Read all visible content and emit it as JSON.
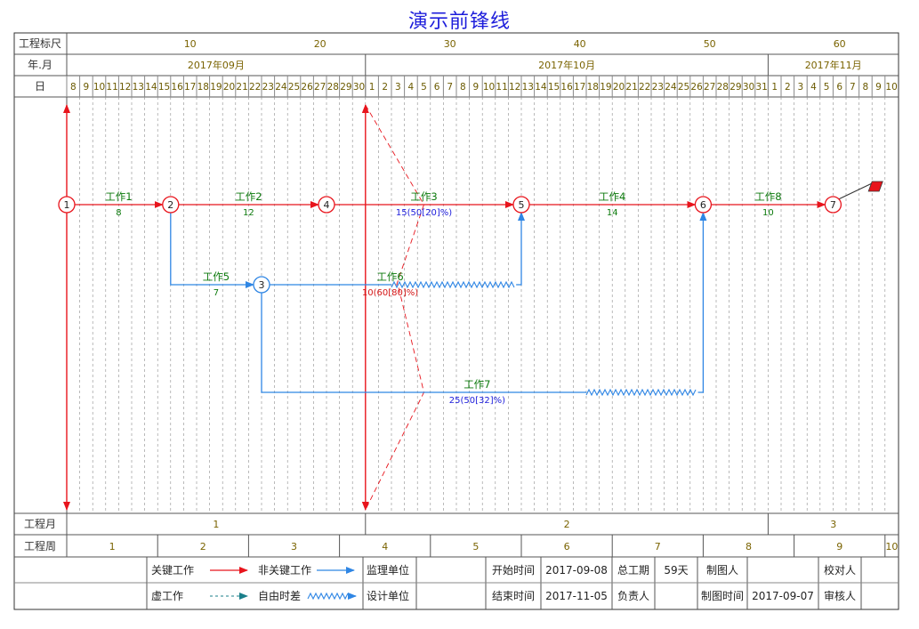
{
  "title": "演示前锋线",
  "row_labels": {
    "scale": "工程标尺",
    "month": "年.月",
    "day": "日",
    "proj_month": "工程月",
    "proj_week": "工程周"
  },
  "scale_ticks": [
    "10",
    "20",
    "30",
    "40",
    "50",
    "60"
  ],
  "months": [
    "2017年09月",
    "2017年10月",
    "2017年11月"
  ],
  "days": [
    "8",
    "9",
    "10",
    "11",
    "12",
    "13",
    "14",
    "15",
    "16",
    "17",
    "18",
    "19",
    "20",
    "21",
    "22",
    "23",
    "24",
    "25",
    "26",
    "27",
    "28",
    "29",
    "30",
    "1",
    "2",
    "3",
    "4",
    "5",
    "6",
    "7",
    "8",
    "9",
    "10",
    "11",
    "12",
    "13",
    "14",
    "15",
    "16",
    "17",
    "18",
    "19",
    "20",
    "21",
    "22",
    "23",
    "24",
    "25",
    "26",
    "27",
    "28",
    "29",
    "30",
    "31",
    "1",
    "2",
    "3",
    "4",
    "5",
    "6",
    "7",
    "8",
    "9",
    "10"
  ],
  "proj_months": [
    "1",
    "2",
    "3"
  ],
  "proj_weeks": [
    "1",
    "2",
    "3",
    "4",
    "5",
    "6",
    "7",
    "8",
    "9",
    "10"
  ],
  "nodes": [
    "1",
    "2",
    "3",
    "4",
    "5",
    "6",
    "7"
  ],
  "tasks": [
    {
      "name": "工作1",
      "dur": "8"
    },
    {
      "name": "工作2",
      "dur": "12"
    },
    {
      "name": "工作3",
      "dur": "15(50[20]%)"
    },
    {
      "name": "工作4",
      "dur": "14"
    },
    {
      "name": "工作8",
      "dur": "10"
    },
    {
      "name": "工作5",
      "dur": "7"
    },
    {
      "name": "工作6",
      "dur": "10(60[80]%)"
    },
    {
      "name": "工作7",
      "dur": "25(50[32]%)"
    }
  ],
  "legend": {
    "critical": "关键工作",
    "noncritical": "非关键工作",
    "supervisor": "监理单位",
    "dummy": "虚工作",
    "free_float": "自由时差",
    "designer": "设计单位"
  },
  "info": {
    "start_label": "开始时间",
    "start_value": "2017-09-08",
    "total_label": "总工期",
    "total_value": "59天",
    "drawer_label": "制图人",
    "checker_label": "校对人",
    "end_label": "结束时间",
    "end_value": "2017-11-05",
    "owner_label": "负责人",
    "drawtime_label": "制图时间",
    "drawtime_value": "2017-09-07",
    "reviewer_label": "审核人"
  },
  "colors": {
    "critical": "#e8141c",
    "noncritical": "#2f86e4",
    "text_green": "#0c7a0c",
    "text_blue": "#1d1ddb",
    "text_red": "#d41515",
    "label": "#7a6300",
    "grid": "#8c8c8c"
  }
}
